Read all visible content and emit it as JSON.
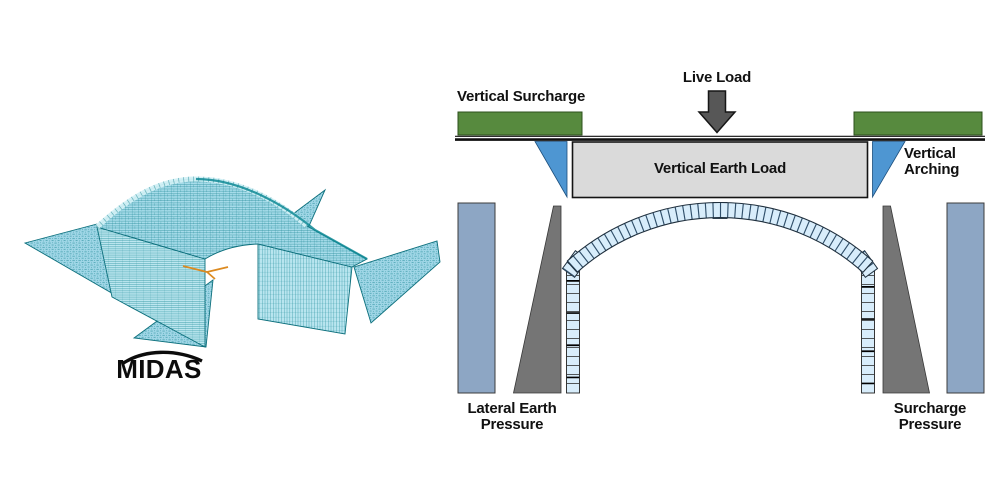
{
  "watermark": {
    "logo_text": "MIDAS"
  },
  "diagram": {
    "labels": {
      "live_load": "Live Load",
      "vertical_surcharge": "Vertical Surcharge",
      "vertical_earth_load": "Vertical Earth Load",
      "vertical_arching": [
        "Vertical",
        "Arching"
      ],
      "lateral_earth_pressure": [
        "Lateral Earth",
        "Pressure"
      ],
      "surcharge_pressure": [
        "Surcharge",
        "Pressure"
      ]
    },
    "colors": {
      "surcharge_green": "#578a3e",
      "surcharge_green_border": "#2c501c",
      "arching_blue": "#4e96d2",
      "earth_load_gray": "#dadada",
      "pressure_bar_gray_blue": "#8da6c4",
      "pressure_wedge_gray": "#757575",
      "arch_segment_fill": "#d8edfb",
      "arch_segment_line": "#31506b",
      "arch_outline": "#1f2f3d",
      "load_arrow_gray": "#575757",
      "ground_line_black": "#0f0f0f",
      "mesh_cyan": "#a7dcea",
      "mesh_teal": "#12808e",
      "axis_triad_orange": "#dc8a20",
      "text_black": "#111111"
    }
  }
}
